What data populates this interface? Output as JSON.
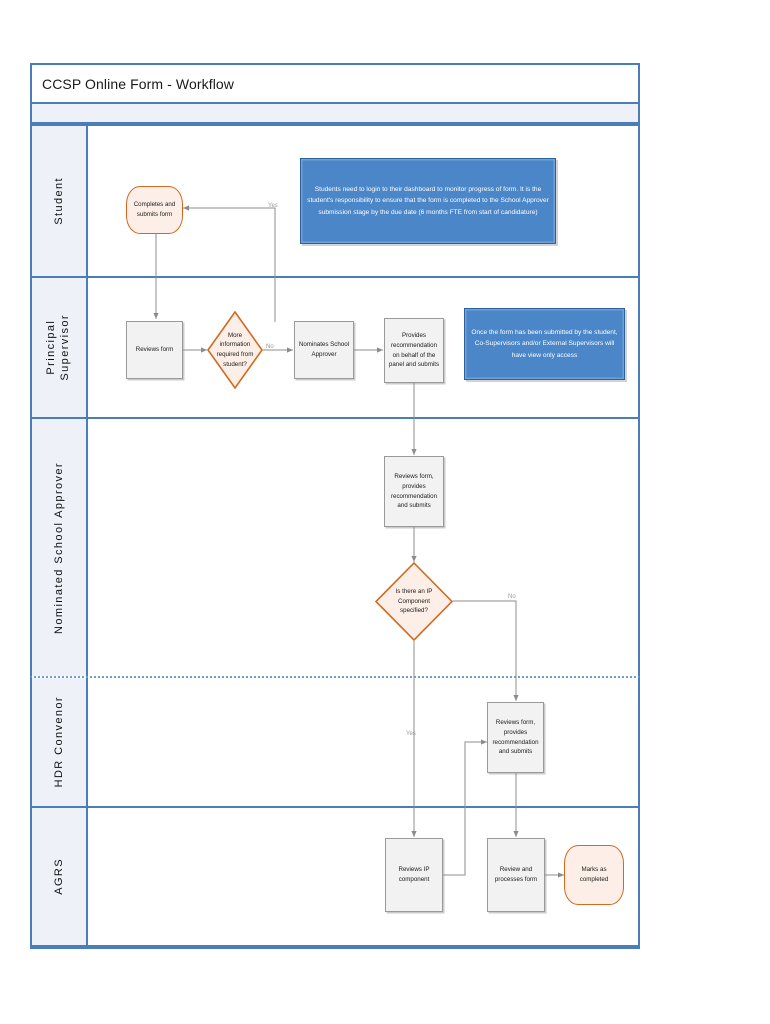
{
  "page": {
    "title": "CCSP Online Form - Workflow",
    "accent_blue": "#4a7ebb",
    "note_blue": "#4a86c8",
    "terminator_orange": "#d2691e",
    "process_fill": "#f2f2f2",
    "lane_header_fill": "#eef2f8"
  },
  "lanes": [
    {
      "id": "student",
      "label": "Student"
    },
    {
      "id": "principal-supervisor",
      "label": "Principal\nSupervisor"
    },
    {
      "id": "nominated-school-approver",
      "label": "Nominated School Approver"
    },
    {
      "id": "hdr-convenor",
      "label": "HDR Convenor"
    },
    {
      "id": "agrs",
      "label": "AGRS"
    }
  ],
  "lane_labels": {
    "student": "Student",
    "principal_supervisor_line1": "Principal",
    "principal_supervisor_line2": "Supervisor",
    "nominated_school_approver": "Nominated School Approver",
    "hdr_convenor": "HDR Convenor",
    "agrs": "AGRS"
  },
  "nodes": {
    "completes_submits_form": "Completes and submits form",
    "reviews_form": "Reviews form",
    "more_info_decision": "More information required from student?",
    "nominates_school_approver": "Nominates School Approver",
    "provides_recommendation_panel": "Provides recommendation on behalf of the panel and submits",
    "approver_reviews_form": "Reviews form, provides recommendation and submits",
    "ip_component_decision": "Is there an IP Component specified?",
    "convenor_reviews_form": "Reviews form, provides recommendation and submits",
    "reviews_ip_component": "Reviews IP component",
    "review_processes_form": "Review and processes form",
    "marks_as_completed": "Marks as completed"
  },
  "notes": {
    "student_note": "Students need to login to their dashboard to monitor progress of form. It is the student's responsibility to ensure that the form is completed to the School Approver submission stage by the due date (6 months FTE from start of candidature)",
    "supervisor_note": "Once the form has been submitted by the student, Co-Supervisors and/or External Supervisors will have view only access"
  },
  "connector_labels": {
    "yes_to_student": "Yes",
    "no_to_nominates": "No",
    "no_to_convenor": "No",
    "yes_to_ip": "Yes"
  }
}
